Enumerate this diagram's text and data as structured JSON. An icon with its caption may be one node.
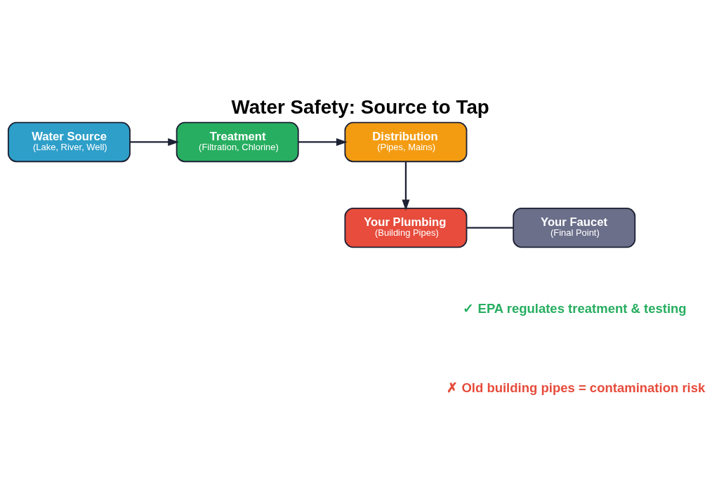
{
  "diagram": {
    "title": "Water Safety: Source to Tap",
    "nodes": [
      {
        "text": [
          "Water Source",
          "(Lake, River, Well)"
        ]
      },
      {
        "text": [
          "Treatment",
          "(Filtration, Chlorine)"
        ]
      },
      {
        "text": [
          "Distribution",
          "(Pipes, Mains)"
        ]
      },
      {
        "text": [
          "Your Faucet",
          "(Final Point)"
        ]
      },
      {
        "text": [
          "Your Plumbing",
          "(Building Pipes)"
        ]
      }
    ],
    "edges": [
      {
        "from": 0,
        "to": 1,
        "arrow": "to"
      },
      {
        "from": 1,
        "to": 2,
        "arrow": "to"
      },
      {
        "from": 2,
        "to": 4,
        "arrow": "to"
      },
      {
        "from": 4,
        "to": 3,
        "arrow": "none"
      }
    ],
    "labels": [
      "✓ EPA regulates treatment & testing",
      "✗ Old building pipes = contamination risk"
    ]
  }
}
